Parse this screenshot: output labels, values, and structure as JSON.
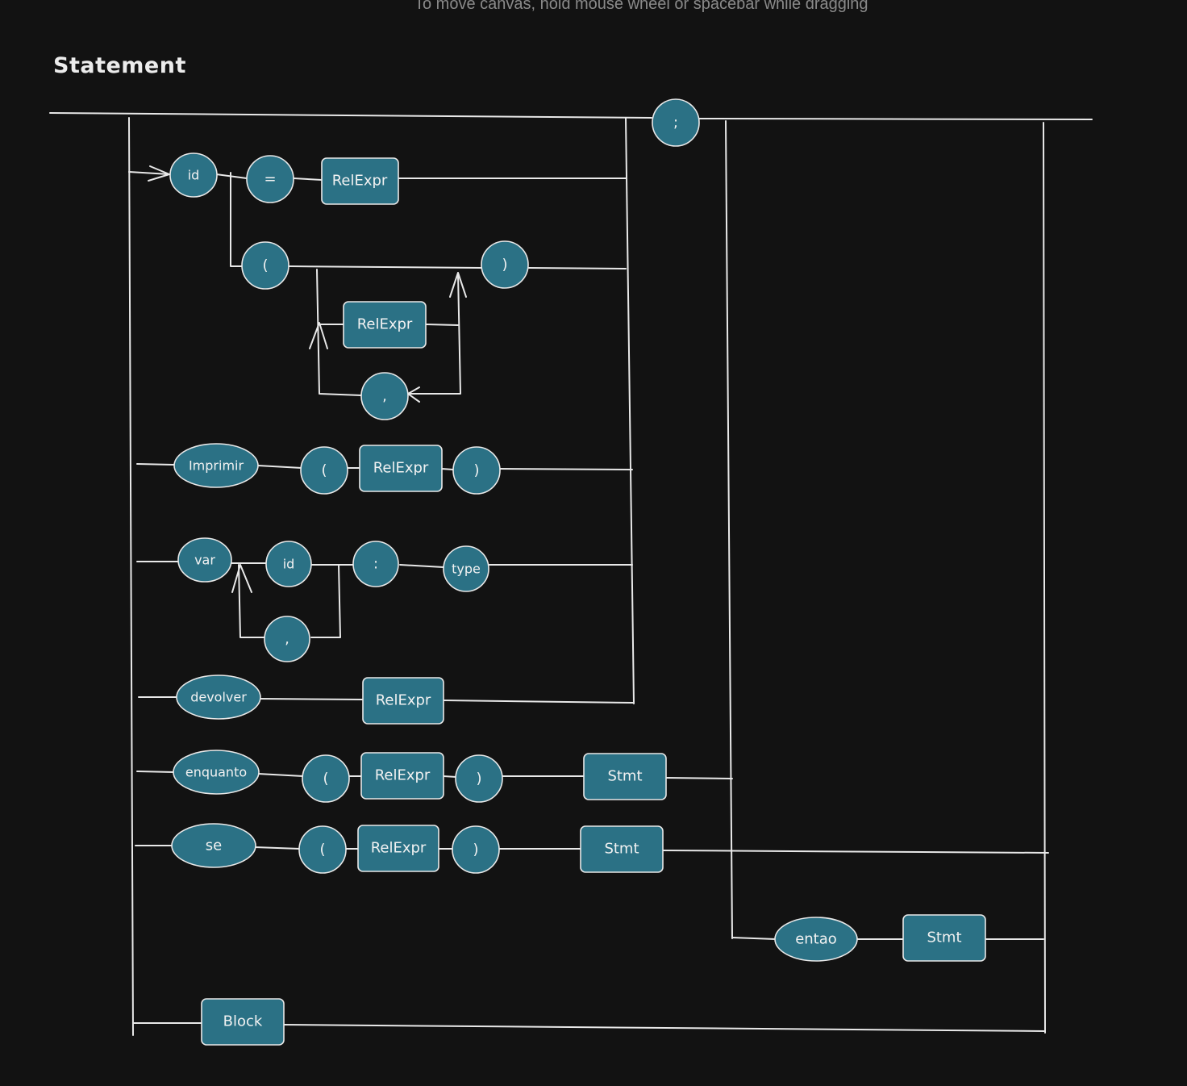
{
  "canvas": {
    "hint": "To move canvas, hold mouse wheel or spacebar while dragging",
    "title": "Statement"
  },
  "nodes": {
    "semicolon": ";",
    "id_a": "id",
    "equals": "=",
    "relexpr_a": "RelExpr",
    "lparen_a": "(",
    "rparen_a": ")",
    "relexpr_b": "RelExpr",
    "comma_a": ",",
    "imprimir": "Imprimir",
    "lparen_b": "(",
    "relexpr_c": "RelExpr",
    "rparen_b": ")",
    "var": "var",
    "id_b": "id",
    "colon": ":",
    "type": "type",
    "comma_b": ",",
    "devolver": "devolver",
    "relexpr_d": "RelExpr",
    "enquanto": "enquanto",
    "lparen_c": "(",
    "relexpr_e": "RelExpr",
    "rparen_c": ")",
    "stmt_a": "Stmt",
    "se": "se",
    "lparen_d": "(",
    "relexpr_f": "RelExpr",
    "rparen_d": ")",
    "stmt_b": "Stmt",
    "entao": "entao",
    "stmt_c": "Stmt",
    "block": "Block"
  },
  "colors": {
    "background": "#121212",
    "node_fill": "#2b7185",
    "line": "#e8e8e8"
  }
}
